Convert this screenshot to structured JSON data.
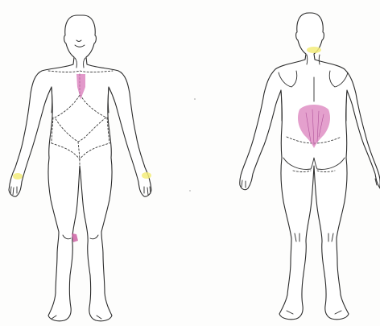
{
  "colors": {
    "paper": "#fdfdfc",
    "outline": "#2b2b2b",
    "pain_magenta": "#d877b8",
    "pain_yellow": "#f3ec7a"
  },
  "figures": [
    {
      "view": "front"
    },
    {
      "view": "back"
    }
  ],
  "marked_regions": [
    {
      "figure": "front",
      "region": "sternum",
      "color": "pain_magenta"
    },
    {
      "figure": "front",
      "region": "left-knee",
      "color": "pain_magenta"
    },
    {
      "figure": "front",
      "region": "right-palm",
      "color": "pain_yellow"
    },
    {
      "figure": "front",
      "region": "left-palm",
      "color": "pain_yellow"
    },
    {
      "figure": "back",
      "region": "lower-neck",
      "color": "pain_yellow"
    },
    {
      "figure": "back",
      "region": "lower-back",
      "color": "pain_magenta"
    }
  ]
}
